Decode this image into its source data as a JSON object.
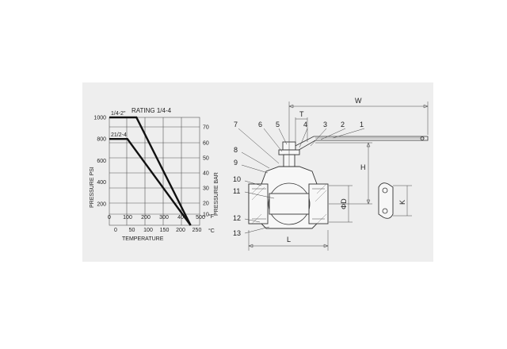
{
  "chart": {
    "title": "RATING  1/4-4",
    "y_left_label": "PRESSURE PSI",
    "y_right_label": "PRESSURE BAR",
    "x_label": "TEMPERATURE",
    "unit_f": "°F",
    "unit_c": "°C",
    "psi_ticks": [
      "1000",
      "800",
      "600",
      "400",
      "200"
    ],
    "bar_ticks": [
      "70",
      "60",
      "50",
      "40",
      "30",
      "20",
      "10"
    ],
    "f_ticks": [
      "0",
      "100",
      "200",
      "300",
      "400",
      "500"
    ],
    "c_ticks": [
      "0",
      "50",
      "100",
      "150",
      "200",
      "250"
    ],
    "series_labels": [
      "1/4-2\"",
      "21/2-4"
    ]
  },
  "chart_data": {
    "type": "line",
    "title": "RATING  1/4-4",
    "xlabel": "TEMPERATURE",
    "ylabel": "PRESSURE PSI",
    "y2label": "PRESSURE BAR",
    "xlim": [
      0,
      500
    ],
    "ylim": [
      0,
      1000
    ],
    "series": [
      {
        "name": "1/4-2\"",
        "x": [
          0,
          150,
          450
        ],
        "y": [
          1000,
          1000,
          0
        ]
      },
      {
        "name": "21/2-4",
        "x": [
          0,
          100,
          450
        ],
        "y": [
          800,
          800,
          0
        ]
      }
    ]
  },
  "valve": {
    "part_numbers": [
      "1",
      "2",
      "3",
      "4",
      "5",
      "6",
      "7",
      "8",
      "9",
      "10",
      "11",
      "12",
      "13"
    ],
    "dim_w": "W",
    "dim_t": "T",
    "dim_h": "H",
    "dim_d": "ΦD",
    "dim_l": "L",
    "dim_k": "K"
  }
}
